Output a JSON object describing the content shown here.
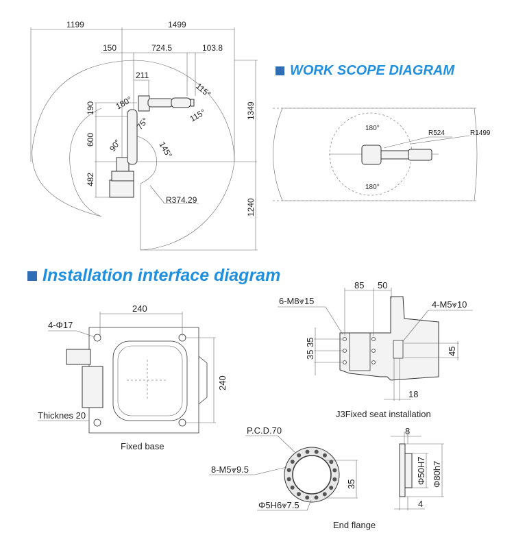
{
  "headings": {
    "work_scope": "WORK SCOPE DIAGRAM",
    "installation": "Installation interface diagram"
  },
  "work_scope_side": {
    "dims": [
      "1199",
      "1499",
      "150",
      "724.5",
      "103.8",
      "211",
      "190",
      "600",
      "482",
      "1349",
      "1240"
    ],
    "angles": [
      "180°",
      "75°",
      "90°",
      "145°",
      "115°",
      "115°"
    ],
    "radius": "R374.29"
  },
  "work_scope_top": {
    "angles": [
      "180°",
      "180°"
    ],
    "radii": [
      "R524",
      "R1499"
    ]
  },
  "fixed_base": {
    "dims": [
      "240",
      "240"
    ],
    "holes": "4-Φ17",
    "thickness": "Thicknes 20",
    "caption": "Fixed base"
  },
  "j3_seat": {
    "dims": [
      "85",
      "50",
      "35",
      "35",
      "45",
      "18"
    ],
    "holes_a": "6-M8⩔15",
    "holes_b": "4-M5⩔10",
    "caption": "J3Fixed seat installation"
  },
  "end_flange": {
    "pcd": "P.C.D.70",
    "holes": "8-M5⩔9.5",
    "pin": "Φ5H6⩔7.5",
    "dims": [
      "35",
      "8",
      "Φ50H7",
      "Φ80h7",
      "4"
    ],
    "caption": "End flange"
  },
  "colors": {
    "heading": "#1f8fe0",
    "bullet": "#2f6db5"
  }
}
